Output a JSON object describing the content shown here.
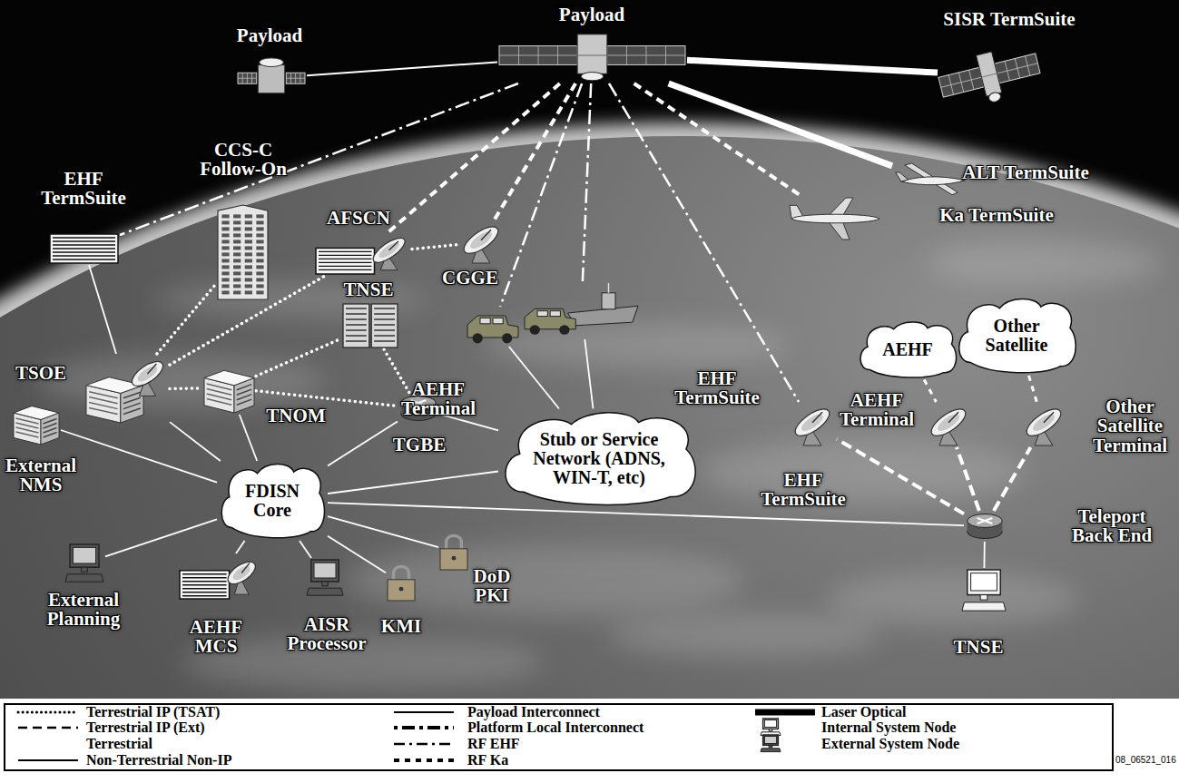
{
  "diagram": {
    "nodes": [
      {
        "text": [
          "Payload"
        ]
      },
      {
        "text": [
          "Payload"
        ]
      },
      {
        "text": [
          "SISR TermSuite"
        ]
      },
      {
        "text": [
          "ALT TermSuite"
        ]
      },
      {
        "text": [
          "Ka TermSuite"
        ]
      },
      {
        "text": [
          "CCS-C Follow-On"
        ]
      },
      {
        "text": [
          "EHF TermSuite"
        ]
      },
      {
        "text": [
          "AFSCN"
        ]
      },
      {
        "text": [
          "CGGE"
        ]
      },
      {
        "text": [
          "TSOE"
        ]
      },
      {
        "text": [
          "TNSE"
        ]
      },
      {
        "text": [
          "TNOM"
        ]
      },
      {
        "text": [
          "TGBE"
        ]
      },
      {
        "text": [
          "AEHF Terminal"
        ]
      },
      {
        "text": [
          "EHF TermSuite"
        ]
      },
      {
        "text": [
          "Stub or Service Network (ADNS, WIN-T, etc)"
        ]
      },
      {
        "text": [
          "External NMS"
        ]
      },
      {
        "text": [
          "FDISN Core"
        ]
      },
      {
        "text": [
          "External Planning"
        ]
      },
      {
        "text": [
          "AEHF MCS"
        ]
      },
      {
        "text": [
          "AISR Processor"
        ]
      },
      {
        "text": [
          "KMI"
        ]
      },
      {
        "text": [
          "DoD PKI"
        ]
      },
      {
        "text": [
          "AEHF"
        ]
      },
      {
        "text": [
          "Other Satellite"
        ]
      },
      {
        "text": [
          "AEHF Terminal"
        ]
      },
      {
        "text": [
          "EHF TermSuite"
        ]
      },
      {
        "text": [
          "Other Satellite Terminal"
        ]
      },
      {
        "text": [
          "Teleport Back End"
        ]
      },
      {
        "text": [
          "TNSE"
        ]
      }
    ],
    "edges": [
      {
        "from": 0,
        "to": 1,
        "arrow": "none"
      },
      {
        "from": 1,
        "to": 2,
        "arrow": "none"
      },
      {
        "from": 1,
        "to": 3,
        "arrow": "none"
      },
      {
        "from": 1,
        "to": 6,
        "arrow": "none"
      },
      {
        "from": 1,
        "to": 7,
        "arrow": "none"
      },
      {
        "from": 1,
        "to": 8,
        "arrow": "none"
      },
      {
        "from": 1,
        "to": 13,
        "arrow": "none"
      },
      {
        "from": 1,
        "to": 14,
        "arrow": "none"
      },
      {
        "from": 1,
        "to": 4,
        "arrow": "none"
      },
      {
        "from": 1,
        "to": 26,
        "arrow": "none"
      },
      {
        "from": 9,
        "to": 5,
        "arrow": "none"
      },
      {
        "from": 9,
        "to": 7,
        "arrow": "none"
      },
      {
        "from": 7,
        "to": 8,
        "arrow": "none"
      },
      {
        "from": 9,
        "to": 11,
        "arrow": "none"
      },
      {
        "from": 11,
        "to": 10,
        "arrow": "none"
      },
      {
        "from": 11,
        "to": 12,
        "arrow": "none"
      },
      {
        "from": 10,
        "to": 12,
        "arrow": "none"
      },
      {
        "from": 9,
        "to": 6,
        "arrow": "none"
      },
      {
        "from": 17,
        "to": 9,
        "arrow": "none"
      },
      {
        "from": 17,
        "to": 16,
        "arrow": "none"
      },
      {
        "from": 17,
        "to": 11,
        "arrow": "none"
      },
      {
        "from": 17,
        "to": 12,
        "arrow": "none"
      },
      {
        "from": 17,
        "to": 15,
        "arrow": "none"
      },
      {
        "from": 17,
        "to": 18,
        "arrow": "none"
      },
      {
        "from": 17,
        "to": 19,
        "arrow": "none"
      },
      {
        "from": 17,
        "to": 20,
        "arrow": "none"
      },
      {
        "from": 17,
        "to": 21,
        "arrow": "none"
      },
      {
        "from": 17,
        "to": 22,
        "arrow": "none"
      },
      {
        "from": 17,
        "to": 28,
        "arrow": "none"
      },
      {
        "from": 12,
        "to": 15,
        "arrow": "none"
      },
      {
        "from": 15,
        "to": 13,
        "arrow": "none"
      },
      {
        "from": 15,
        "to": 14,
        "arrow": "none"
      },
      {
        "from": 28,
        "to": 26,
        "arrow": "none"
      },
      {
        "from": 28,
        "to": 25,
        "arrow": "none"
      },
      {
        "from": 28,
        "to": 27,
        "arrow": "none"
      },
      {
        "from": 28,
        "to": 29,
        "arrow": "none"
      },
      {
        "from": 23,
        "to": 25,
        "arrow": "none"
      },
      {
        "from": 24,
        "to": 27,
        "arrow": "none"
      }
    ],
    "labels": [
      "08_06521_016"
    ],
    "legend": [
      {
        "text": "Terrestrial IP (TSAT)"
      },
      {
        "text": "Terrestrial IP (Ext)"
      },
      {
        "text": "Terrestrial"
      },
      {
        "text": "Non-Terrestrial Non-IP"
      },
      {
        "text": "Payload Interconnect"
      },
      {
        "text": "Platform Local Interconnect"
      },
      {
        "text": "RF EHF"
      },
      {
        "text": "RF Ka"
      },
      {
        "text": "Laser Optical"
      },
      {
        "text": "Internal System Node"
      },
      {
        "text": "External System Node"
      }
    ]
  }
}
